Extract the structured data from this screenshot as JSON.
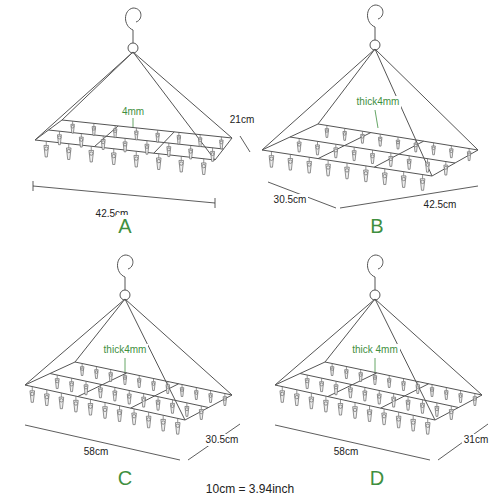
{
  "diagram": {
    "labels": [
      "4mm",
      "21cm",
      "42.5cm",
      "A",
      "thick4mm",
      "30.5cm",
      "42.5cm",
      "B",
      "thick4mm",
      "58cm",
      "30.5cm",
      "C",
      "thick 4mm",
      "58cm",
      "31cm",
      "D",
      "10cm = 3.94inch"
    ]
  }
}
